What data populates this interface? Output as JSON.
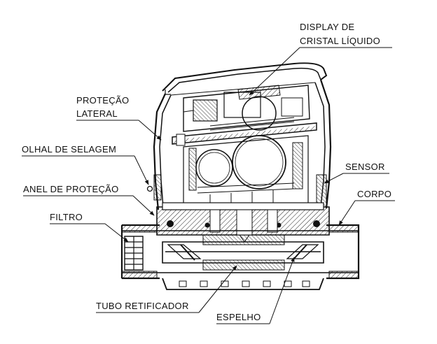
{
  "labels": {
    "display_line1": "DISPLAY DE",
    "display_line2": "CRISTAL LÍQUIDO",
    "protecao_line1": "PROTEÇÃO",
    "protecao_line2": "LATERAL",
    "olhal": "OLHAL DE SELAGEM",
    "anel": "ANEL DE PROTEÇÃO",
    "filtro": "FILTRO",
    "sensor": "SENSOR",
    "corpo": "CORPO",
    "tubo": "TUBO RETIFICADOR",
    "espelho": "ESPELHO"
  }
}
